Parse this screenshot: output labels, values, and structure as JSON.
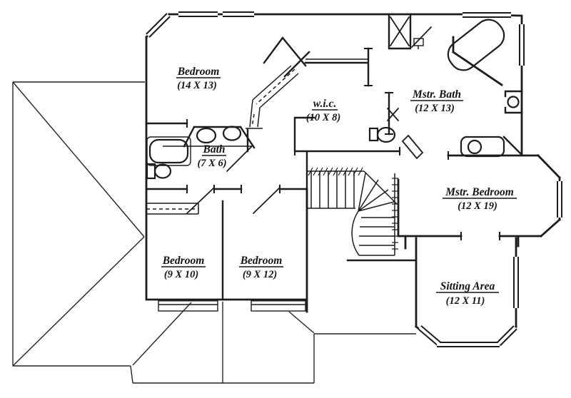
{
  "palette": {
    "ink": "#1c1c1c",
    "paper": "#ffffff"
  },
  "rooms": [
    {
      "id": "bedroom-1",
      "name": "Bedroom",
      "dims": "(14 X 13)"
    },
    {
      "id": "wic",
      "name": "w.i.c.",
      "dims": "(10 X 8)"
    },
    {
      "id": "mstr-bath",
      "name": "Mstr. Bath",
      "dims": "(12 X 13)"
    },
    {
      "id": "bath",
      "name": "Bath",
      "dims": "(7 X 6)"
    },
    {
      "id": "mstr-bedroom",
      "name": "Mstr. Bedroom",
      "dims": "(12 X 19)"
    },
    {
      "id": "bedroom-2",
      "name": "Bedroom",
      "dims": "(9 X 10)"
    },
    {
      "id": "bedroom-3",
      "name": "Bedroom",
      "dims": "(9 X 12)"
    },
    {
      "id": "sitting-area",
      "name": "Sitting Area",
      "dims": "(12 X 11)"
    }
  ]
}
